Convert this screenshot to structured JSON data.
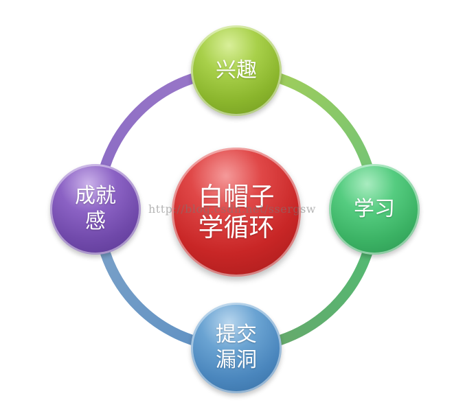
{
  "center": {
    "line1": "白帽子",
    "line2": "学循环",
    "color": "#c82626"
  },
  "nodes": {
    "top": {
      "line1": "兴趣",
      "color": "#8ab52c"
    },
    "right": {
      "line1": "学习",
      "color": "#3bb264"
    },
    "bottom": {
      "line1": "提交",
      "line2": "漏洞",
      "color": "#4a86bd"
    },
    "left": {
      "line1": "成就",
      "line2": "感",
      "color": "#7049aa"
    }
  },
  "ring_colors": {
    "top_right": "#9fc84e",
    "right_bottom": "#5fbb6e",
    "bottom_left": "#6d9cc8",
    "left_top": "#8e6cc0"
  },
  "watermark": "http://blog.csdn.net/ssergsw"
}
